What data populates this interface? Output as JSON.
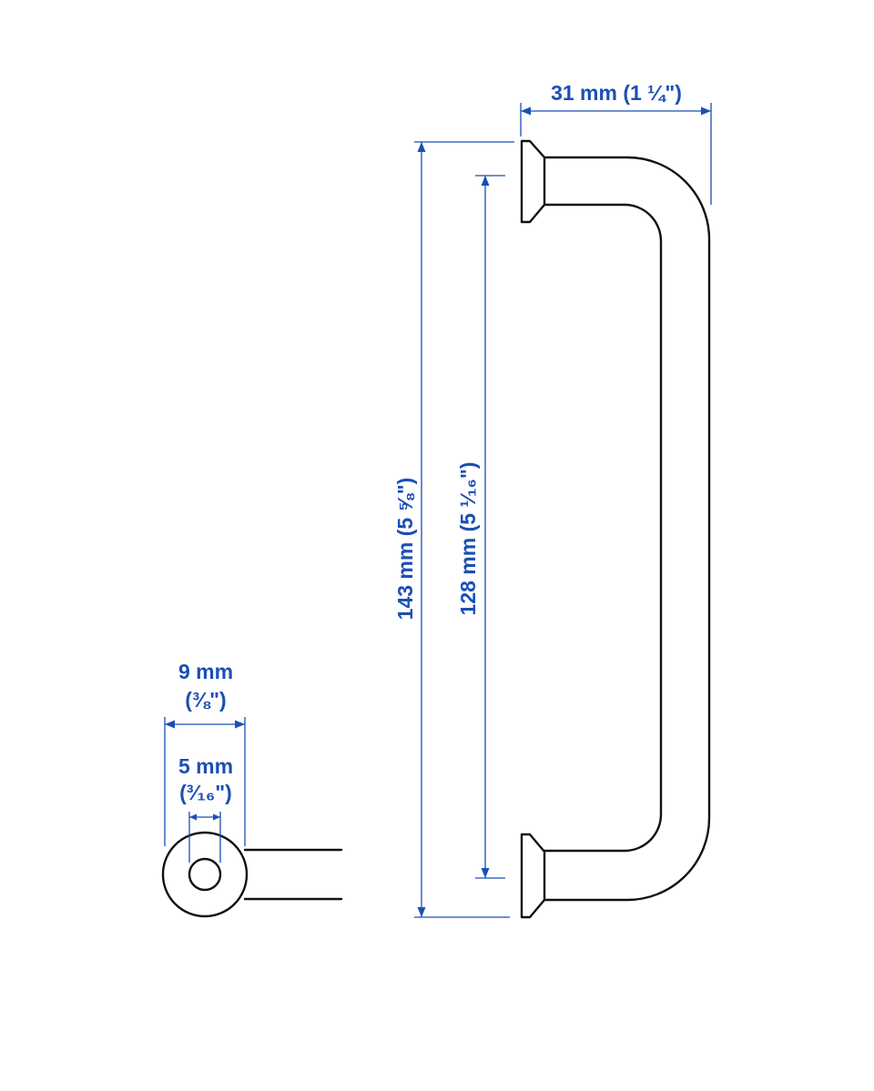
{
  "colors": {
    "dimension": "#1a4fb5",
    "outline": "#111111",
    "background": "#ffffff"
  },
  "dimensions": {
    "depth": "31 mm (1 ¼\")",
    "total_length": "143 mm (5 ⅝\")",
    "hole_spacing": "128 mm (5 ¹⁄₁₆\")",
    "diameter_mm": "9 mm",
    "diameter_in": "(⅜\")",
    "screw_mm": "5 mm",
    "screw_in": "(³⁄₁₆\")"
  }
}
